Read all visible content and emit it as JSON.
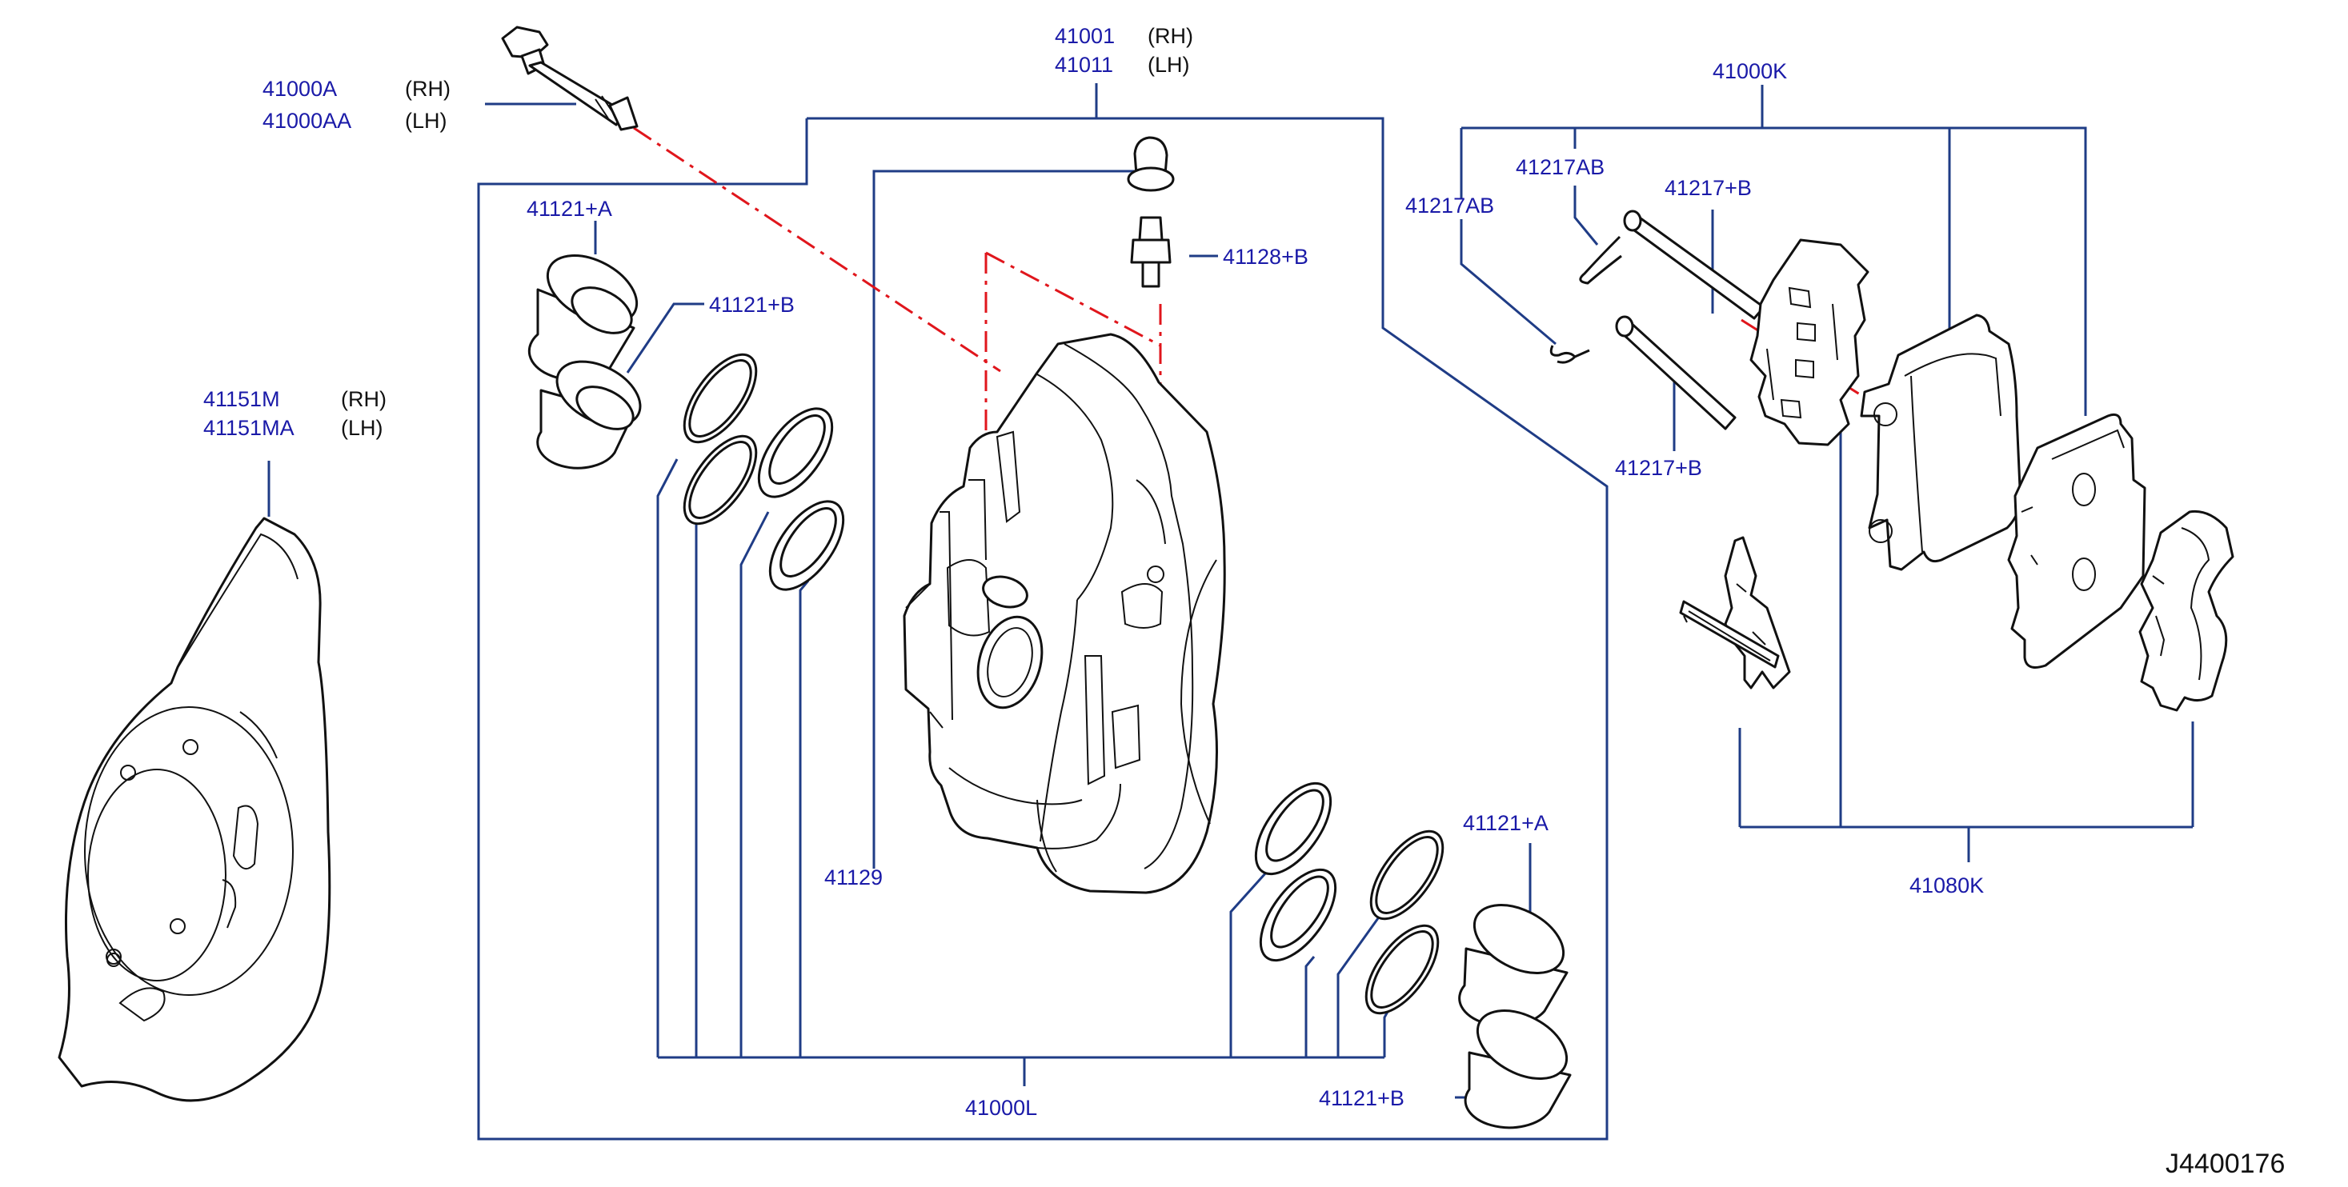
{
  "labels": {
    "p41001": "41001",
    "p41011": "41011",
    "rh": "(RH)",
    "lh": "(LH)",
    "p41000A": "41000A",
    "p41000AA": "41000AA",
    "p41121A_top": "41121+A",
    "p41121B_top": "41121+B",
    "p41128B": "41128+B",
    "p41151M": "41151M",
    "p41151MA": "41151MA",
    "p41129": "41129",
    "p41000L": "41000L",
    "p41121A_bottom": "41121+A",
    "p41121B_bottom": "41121+B",
    "p41000K": "41000K",
    "p41217AB_a": "41217AB",
    "p41217AB_b": "41217AB",
    "p41217B_top": "41217+B",
    "p41217B_bottom": "41217+B",
    "p41080K": "41080K",
    "diagram_code": "J4400176"
  }
}
